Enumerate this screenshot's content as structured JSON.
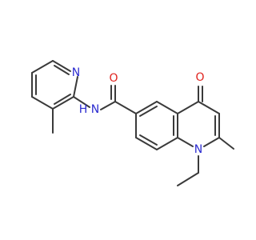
{
  "diagram": {
    "type": "skeletal-structure",
    "atoms": {
      "n_pyridine": {
        "label": "N",
        "color": "#2c2cd0"
      },
      "n_amide": {
        "label": "N",
        "color": "#2c2cd0"
      },
      "h_amide": {
        "label": "H",
        "color": "#2c2cd0"
      },
      "o_amide": {
        "label": "O",
        "color": "#e0231e"
      },
      "o_ketone": {
        "label": "O",
        "color": "#e0231e"
      },
      "n_quinoline": {
        "label": "N",
        "color": "#2c2cd0"
      }
    },
    "bond_color": "#3a3a3a"
  }
}
